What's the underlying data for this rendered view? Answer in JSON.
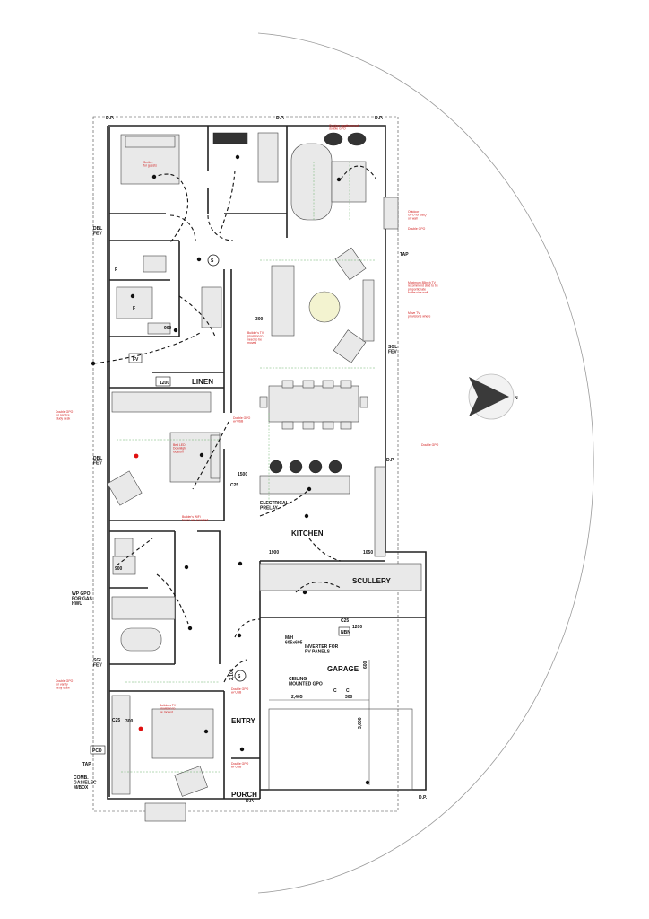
{
  "north_label": "N",
  "labels": {
    "dp_tl": "D.P.",
    "dp_tm": "D.P.",
    "dp_tr": "D.P.",
    "dp_r": "D.P.",
    "dp_porch": "D.P.",
    "dp_br": "D.P.",
    "tap_top": "TAP",
    "tap_bottom": "TAP",
    "dbl_fev_top": "DBL\nFEV",
    "sgl_fev_right": "SGL\nFEV",
    "dbl_fev_mid": "DBL\nFEV",
    "sgl_fev_bottom": "SGL\nFEV",
    "fv": "FV",
    "f1": "F",
    "f2": "F",
    "s1": "S",
    "s2": "S",
    "linen": "LINEN",
    "n1200": "1200",
    "n900a": "900",
    "n900b": "900",
    "n300a": "300",
    "n300b": "300",
    "n300c": "300",
    "n1500": "1500",
    "n1900": "1900",
    "n1050": "1050",
    "n1200b": "1200",
    "n2405": "2,405",
    "n3600": "3,600",
    "n600": "600",
    "n2100": "2,100",
    "c25a": "C25",
    "c25b": "C25",
    "c25c": "C25",
    "electrical_prelay": "ELECTRICAL\nPRELAY",
    "kitchen": "KITCHEN",
    "scullery": "SCULLERY",
    "nbn": "NBN",
    "mh": "M/H\n605x605",
    "inverter": "INVERTER FOR\nPV PANELS",
    "garage": "GARAGE",
    "ceiling_gpo": "CEILING\nMOUNTED GPO",
    "entry": "ENTRY",
    "porch": "PORCH",
    "pcd": "PCD",
    "wp_gpo": "WP GPO\nFOR GAS\nHWU",
    "comb_gas": "COMB.\nGAS/ELEC\nM/BOX",
    "c_a": "C",
    "c_b": "C"
  },
  "notes": {
    "outdoor_alfresco": "Outdoor weatherproof\ndouble GPO",
    "bbq": "Outdoor\nGPO for BBQ\non wall",
    "double_gpo_right": "Double GPO",
    "tv_note": "Maximum 85inch TV\nrecommend stud to be\nproportionate\nto the size wall",
    "tv_position": "Move TV\nprovisions where",
    "bed_note": "Scribe:\nfor guests",
    "double_gpo_desk": "Double GPO\nfor service\nstudy desk",
    "gpo_usb": "Double GPO\nw/ USB",
    "bed_lamp": "Bed LED\nDownlight\nlocation",
    "builder_tv": "Builder's TV\nprovision to\nneed to be\nmoved",
    "builder_wifi": "Builder's WiFi\nboxes are recorded",
    "double_gpo_r2": "Double GPO",
    "double_gpo_vanity": "Double GPO\nfor vanity\nbetty draw",
    "builder_tv2": "Builder's TV\nprovision to\nbe moved",
    "double_gpo_entry": "Double GPO\nw/ USB",
    "double_gpo_porch": "Double GPO\nw/ USB"
  },
  "colors": {
    "wall": "#222222",
    "note": "#d21b1b",
    "dim": "#2a7a2a",
    "furniture": "#e9e9e9",
    "north_arrow": "#3a3a3a"
  },
  "icons": [
    "north-arrow-icon",
    "smoke-detector-icon",
    "light-point-icon",
    "door-swing-icon",
    "gpo-icon"
  ]
}
